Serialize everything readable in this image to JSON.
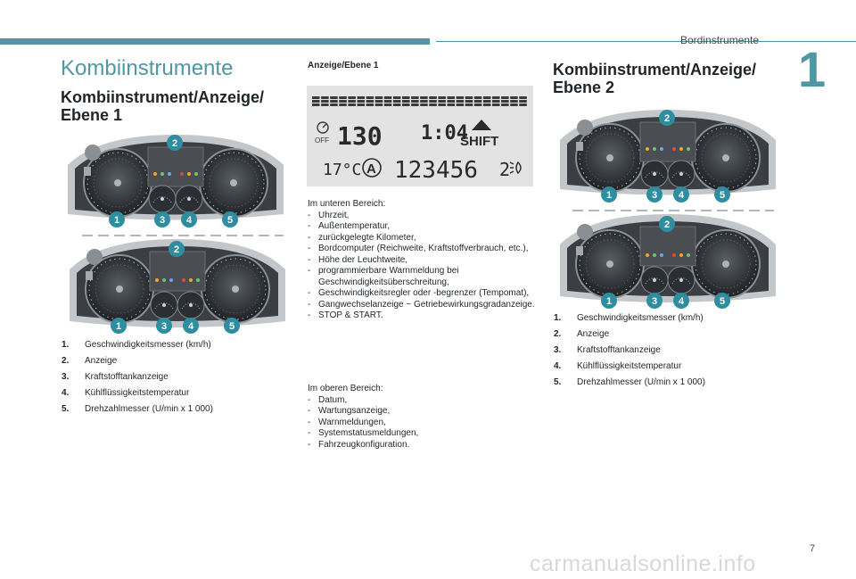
{
  "header": {
    "chapter_title": "Bordinstrumente",
    "chapter_number": "1",
    "page_number": "7"
  },
  "watermark": "carmanualsonline.info",
  "section_title": "Kombiinstrumente",
  "left": {
    "heading": "Kombiinstrument/Anzeige/ Ebene 1",
    "list": [
      {
        "n": "1.",
        "t": "Geschwindigkeitsmesser (km/h)"
      },
      {
        "n": "2.",
        "t": "Anzeige"
      },
      {
        "n": "3.",
        "t": "Kraftstofftankanzeige"
      },
      {
        "n": "4.",
        "t": "Kühlflüssigkeitstemperatur"
      },
      {
        "n": "5.",
        "t": "Drehzahlmesser (U/min x 1 000)"
      }
    ]
  },
  "middle": {
    "heading": "Anzeige/Ebene 1",
    "lcd": {
      "off": "OFF",
      "speed": "130",
      "time": "1:04",
      "shift": "SHIFT",
      "temp": "17°C",
      "auto": "A",
      "odometer": "123456",
      "level": "2"
    },
    "lower_intro": "Im unteren Bereich:",
    "lower_items": [
      "Uhrzeit,",
      "Außentemperatur,",
      "zurückgelegte Kilometer,",
      "Bordcomputer (Reichweite, Kraftstoffverbrauch, etc.),",
      "Höhe der Leuchtweite,",
      "programmierbare Warnmeldung bei Geschwindigkeitsüberschreitung,",
      "Geschwindigkeitsregler oder -begrenzer (Tempomat),",
      "Gangwechselanzeige ~ Getriebewirkungsgradanzeige.",
      "STOP & START."
    ],
    "upper_intro": "Im oberen Bereich:",
    "upper_items": [
      "Datum,",
      "Wartungsanzeige,",
      "Warnmeldungen,",
      "Systemstatusmeldungen,",
      "Fahrzeugkonfiguration."
    ]
  },
  "right": {
    "heading": "Kombiinstrument/Anzeige/ Ebene 2",
    "list": [
      {
        "n": "1.",
        "t": "Geschwindigkeitsmesser (km/h)"
      },
      {
        "n": "2.",
        "t": "Anzeige"
      },
      {
        "n": "3.",
        "t": "Kraftstofftankanzeige"
      },
      {
        "n": "4.",
        "t": "Kühlflüssigkeitstemperatur"
      },
      {
        "n": "5.",
        "t": "Drehzahlmesser (U/min x 1 000)"
      }
    ]
  },
  "callouts": [
    "1",
    "2",
    "3",
    "4",
    "5"
  ],
  "colors": {
    "accent": "#4f97a5",
    "callout": "#2f8da0"
  }
}
